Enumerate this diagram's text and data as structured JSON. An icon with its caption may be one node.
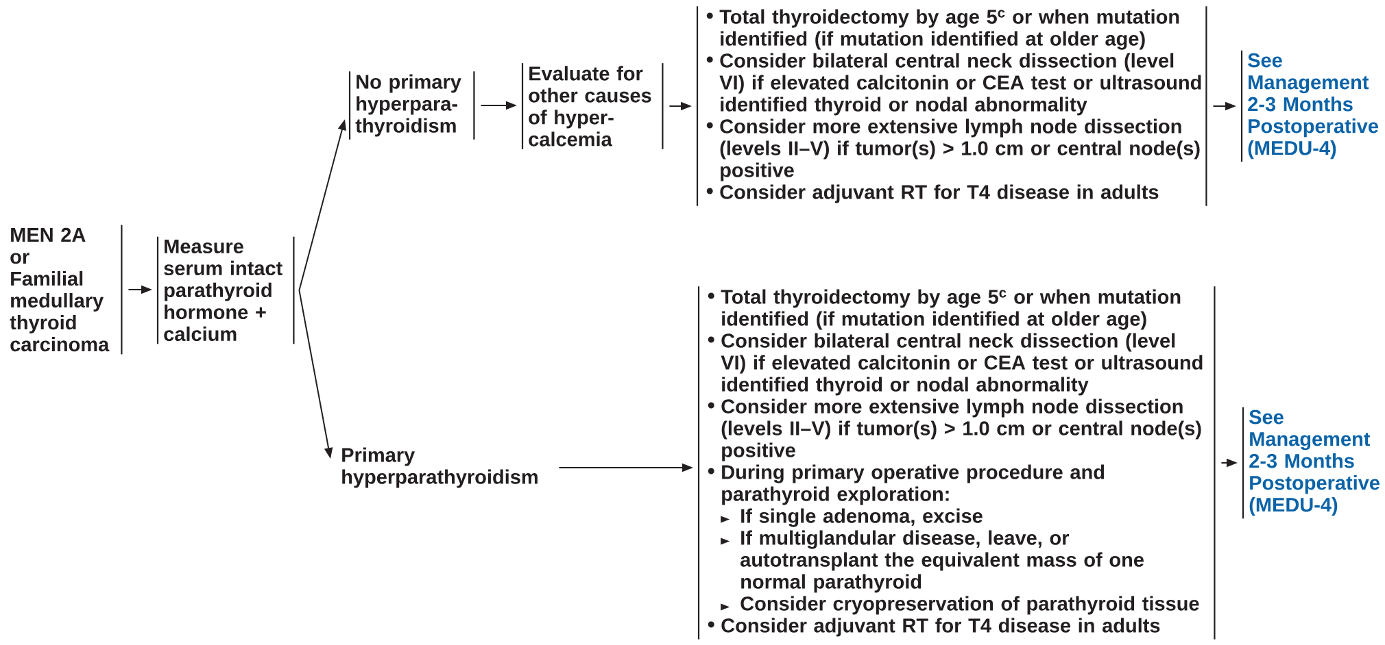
{
  "diagram": {
    "nodes": [
      {
        "text": [
          "MEN 2A",
          "or",
          "Familial medullary thyroid carcinoma"
        ]
      },
      {
        "text": [
          "Measure serum intact parathyroid hormone + calcium"
        ]
      },
      {
        "text": [
          "No primary hyperpara-thyroidism"
        ]
      },
      {
        "text": [
          "Evaluate for other causes of hyper-calcemia"
        ]
      },
      {
        "text": [
          "Total thyroidectomy by age 5$^{c}$ or when mutation identified (if mutation identified at older age)",
          "Consider bilateral central neck dissection (level VI) if elevated calcitonin or CEA test or ultrasound identified thyroid or nodal abnormality",
          "Consider more extensive lymph node dissection (levels II–V) if tumor(s) > 1.0 cm or central node(s) positive",
          "Consider adjuvant RT for T4 disease in adults"
        ]
      },
      {
        "text": [
          "See Management 2-3 Months Postoperative (MEDU-4)"
        ]
      },
      {
        "text": [
          "Primary hyperparathyroidism"
        ]
      },
      {
        "text": [
          "Total thyroidectomy by age 5$^{c}$ or when mutation identified (if mutation identified at older age)",
          "Consider bilateral central neck dissection (level VI) if elevated calcitonin or CEA test or ultrasound identified thyroid or nodal abnormality",
          "Consider more extensive lymph node dissection (levels II–V) if tumor(s) > 1.0 cm or central node(s) positive",
          "During primary operative procedure and parathyroid exploration:",
          "If single adenoma, excise",
          "If multiglandular disease, leave, or autotransplant the equivalent mass of one normal parathyroid",
          "Consider cryopreservation of parathyroid tissue",
          "Consider adjuvant RT for T4 disease in adults"
        ]
      },
      {
        "text": [
          "See Management 2-3 Months Postoperative (MEDU-4)"
        ]
      }
    ],
    "edges": [
      {
        "from": 0,
        "to": 1,
        "arrow": "to"
      },
      {
        "from": 1,
        "to": 2,
        "arrow": "to"
      },
      {
        "from": 1,
        "to": 6,
        "arrow": "to"
      },
      {
        "from": 2,
        "to": 3,
        "arrow": "to"
      },
      {
        "from": 3,
        "to": 4,
        "arrow": "to"
      },
      {
        "from": 4,
        "to": 5,
        "arrow": "to"
      },
      {
        "from": 6,
        "to": 7,
        "arrow": "to"
      },
      {
        "from": 7,
        "to": 8,
        "arrow": "to"
      }
    ]
  }
}
